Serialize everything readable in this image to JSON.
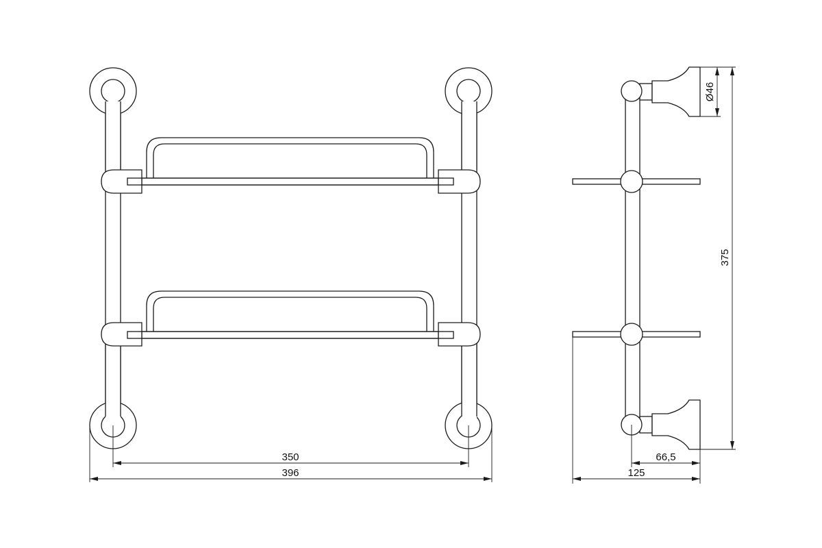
{
  "drawing": {
    "line_color": "#1a1a1a",
    "background": "#ffffff",
    "dimensions": {
      "inner_width": "350",
      "overall_width": "396",
      "height": "375",
      "diameter": "Ø46",
      "depth": "125",
      "offset": "66,5"
    }
  }
}
